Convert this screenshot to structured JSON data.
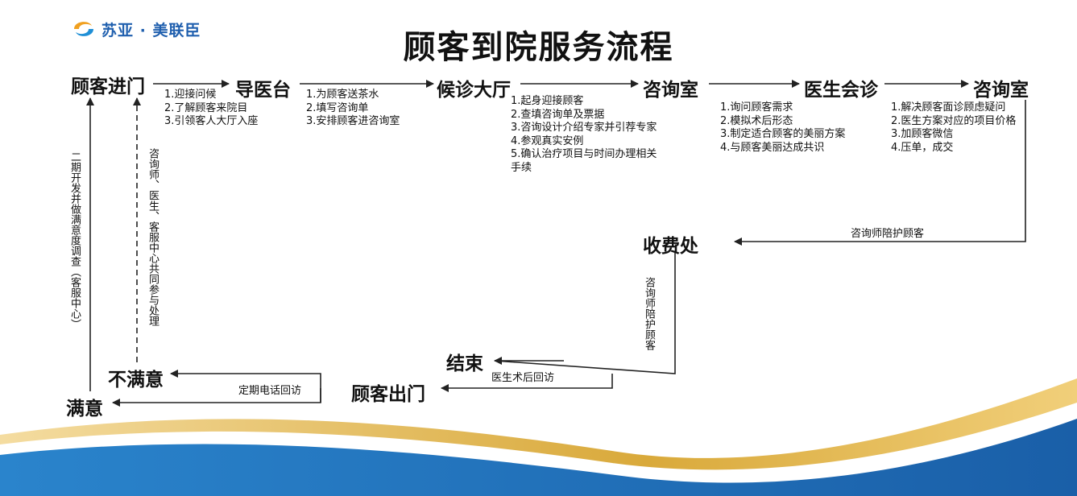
{
  "logo": {
    "text": "苏亚 · 美联臣",
    "icon": "swirl-logo-icon"
  },
  "title": "顾客到院服务流程",
  "nodes": {
    "entry": "顾客进门",
    "guide_desk": "导医台",
    "waiting_hall": "候诊大厅",
    "consult_room_1": "咨询室",
    "doctor_consult": "医生会诊",
    "consult_room_2": "咨询室",
    "cashier": "收费处",
    "end": "结束",
    "exit": "顾客出门",
    "unsatisfied": "不满意",
    "satisfied": "满意"
  },
  "steps": {
    "entry": [
      "1.迎接问候",
      "2.了解顾客来院目",
      "3.引领客人大厅入座"
    ],
    "guide_desk": [
      "1.为顾客送茶水",
      "2.填写咨询单",
      "3.安排顾客进咨询室"
    ],
    "waiting_hall": [
      "1.起身迎接顾客",
      "2.查填咨询单及票据",
      "3.咨询设计介绍专家并引荐专家",
      "4.参观真实安例",
      "5.确认治疗项目与时间办理相关",
      "手续"
    ],
    "consult_room_1": [
      "1.询问顾客需求",
      "2.模拟术后形态",
      "3.制定适合顾客的美丽方案",
      "4.与顾客美丽达成共识"
    ],
    "consult_room_2": [
      "1.解决顾客面诊顾虑疑问",
      "2.医生方案对应的项目价格",
      "3.加顾客微信",
      "4.压单，成交"
    ]
  },
  "edge_labels": {
    "to_cashier": "咨询师陪护顾客",
    "cashier_down": "咨询师陪护顾客",
    "to_end": "医生术后回访",
    "to_unsatisfied": "定期电话回访",
    "survey": "二期开发并做满意度调查（客服中心）",
    "handle": "咨询师、医生、客服中心共同参与处理"
  },
  "colors": {
    "brand_blue": "#1f5fae",
    "wave_blue": "#1f6fb8",
    "wave_gold": "#d9a93a"
  }
}
